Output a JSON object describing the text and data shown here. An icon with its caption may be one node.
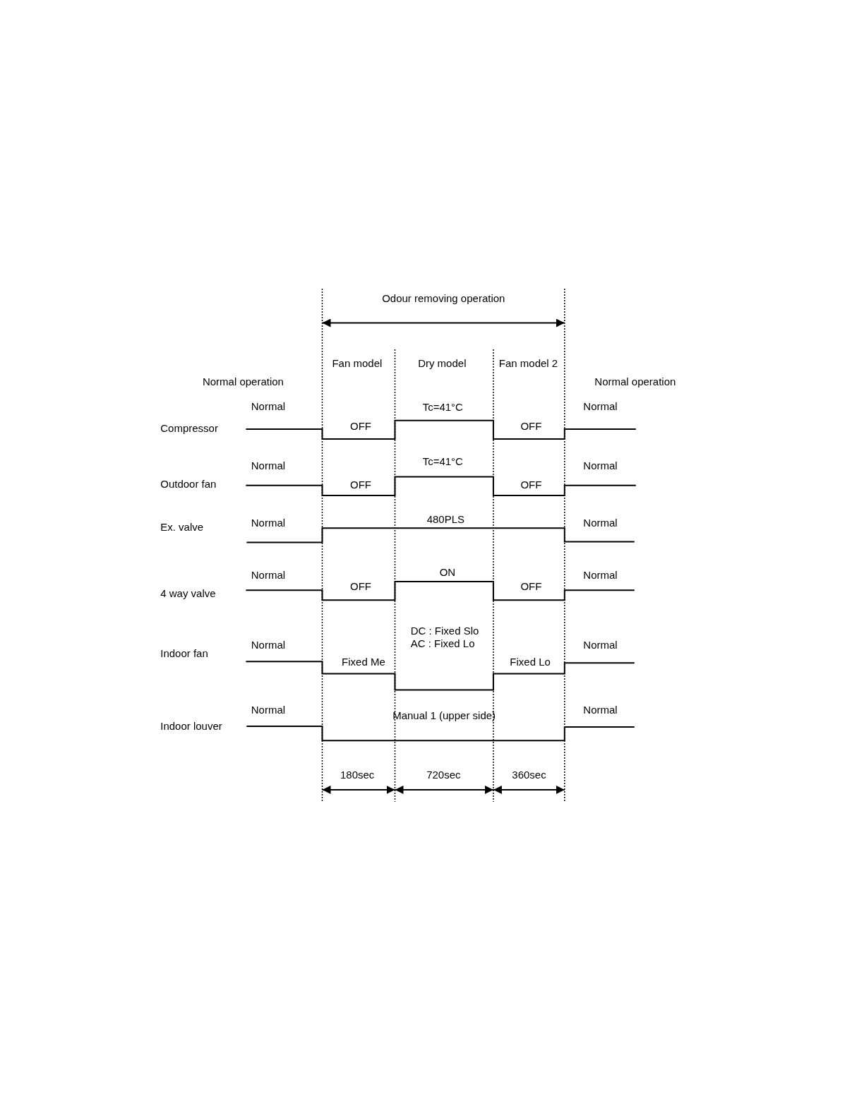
{
  "diagram": {
    "labels": [
      "Odour removing operation",
      "Fan model",
      "Dry model",
      "Fan model 2",
      "Normal operation",
      "Normal operation",
      "Normal",
      "Tc=41°C",
      "Normal",
      "Compressor",
      "OFF",
      "OFF",
      "Normal",
      "Tc=41°C",
      "Normal",
      "Outdoor fan",
      "OFF",
      "OFF",
      "Normal",
      "480PLS",
      "Normal",
      "Ex. valve",
      "Normal",
      "ON",
      "Normal",
      "4 way valve",
      "OFF",
      "OFF",
      "DC : Fixed Slo",
      "Normal",
      "AC : Fixed Lo",
      "Normal",
      "Indoor fan",
      "Fixed Me",
      "Fixed Lo",
      "Normal",
      "Normal",
      "Manual 1 (upper side)",
      "Indoor louver",
      "180sec",
      "720sec",
      "360sec"
    ]
  }
}
